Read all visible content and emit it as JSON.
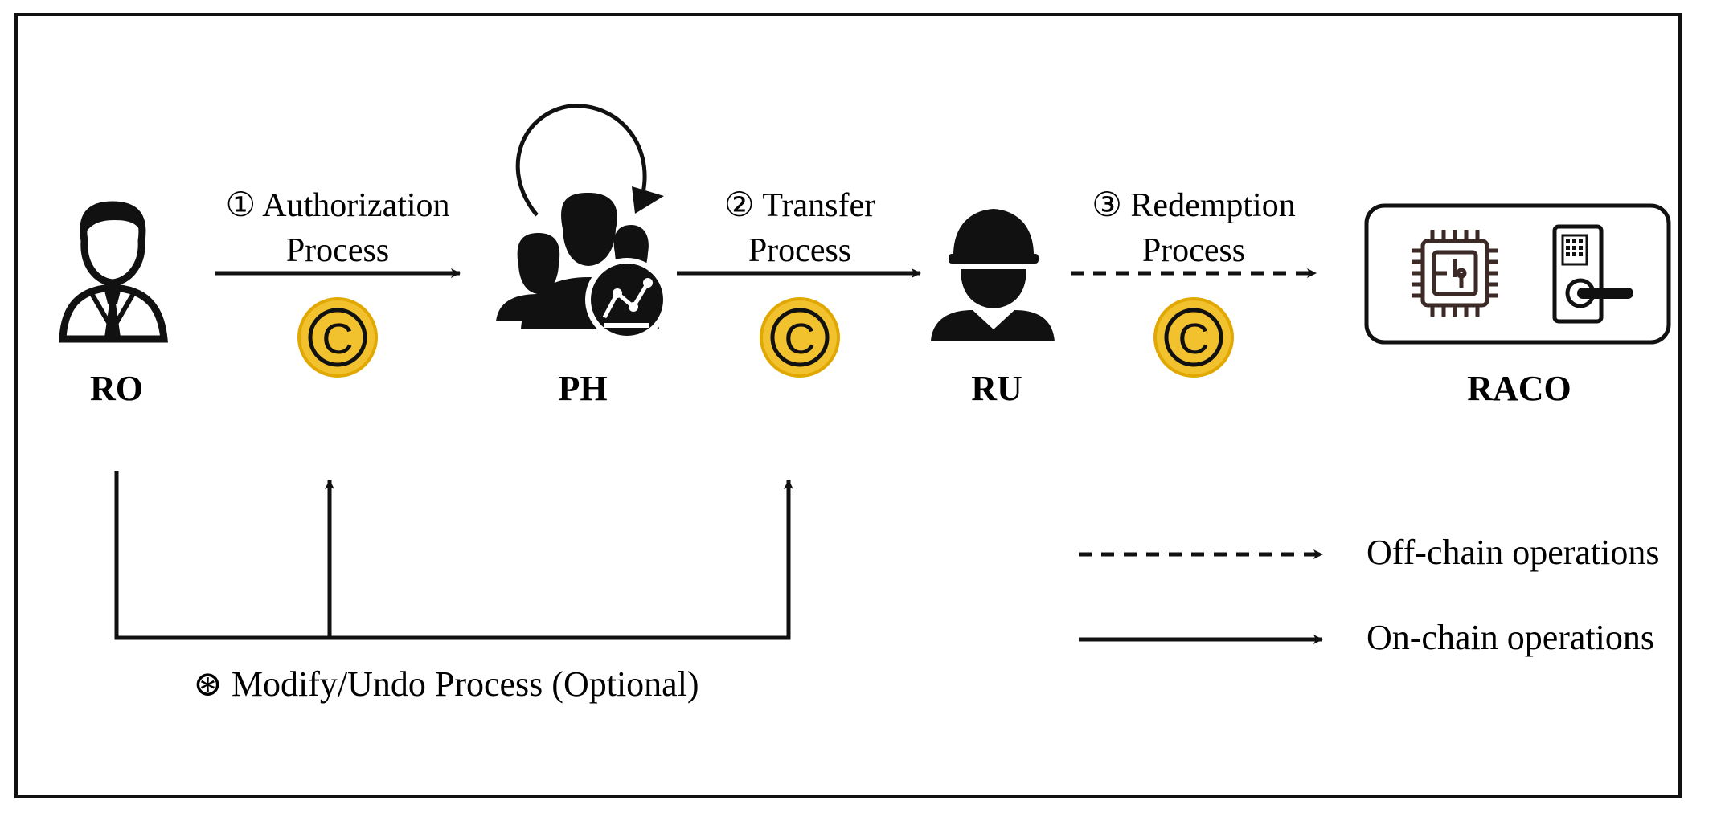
{
  "actors": {
    "ro": "RO",
    "ph": "PH",
    "ru": "RU",
    "raco": "RACO"
  },
  "processes": {
    "authorization": {
      "number": "①",
      "line1": "Authorization",
      "line2": "Process"
    },
    "transfer": {
      "number": "②",
      "line1": "Transfer",
      "line2": "Process"
    },
    "redemption": {
      "number": "③",
      "line1": "Redemption",
      "line2": "Process"
    },
    "modify_undo": {
      "symbol": "⊛",
      "text": "Modify/Undo Process (Optional)"
    }
  },
  "token_icon": {
    "glyph": "C",
    "fill": "#F2C12E",
    "stroke": "#E0A800"
  },
  "legend": {
    "off_chain": "Off-chain operations",
    "on_chain": "On-chain operations"
  },
  "colors": {
    "line": "#111111",
    "icon": "#111111",
    "chip": "#3b2a26"
  }
}
